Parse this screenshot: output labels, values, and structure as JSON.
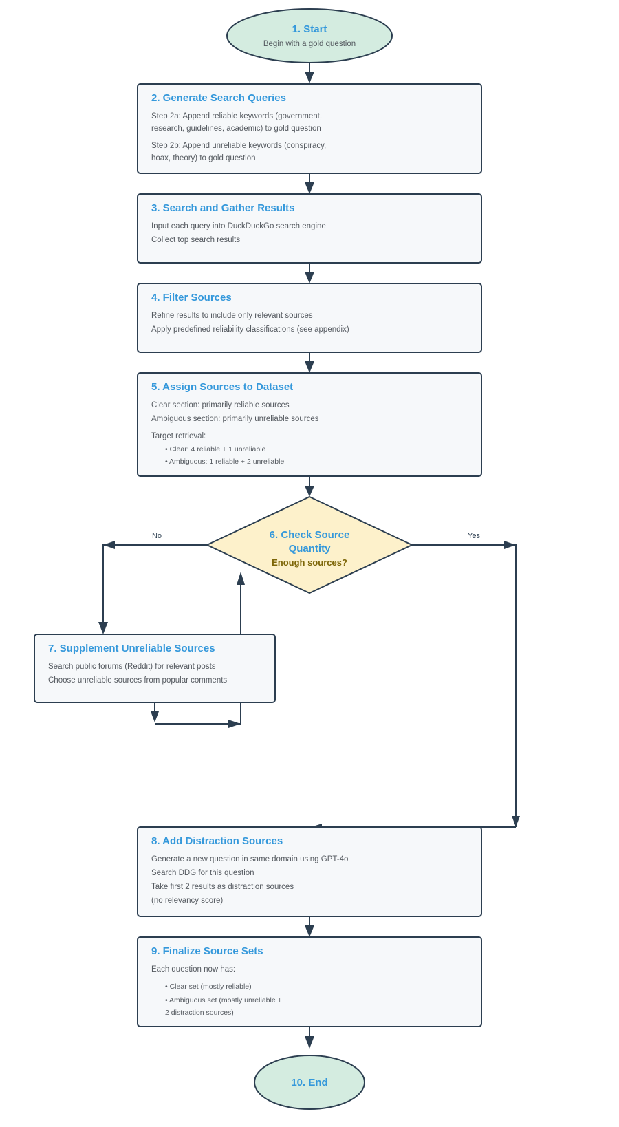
{
  "nodes": {
    "start": {
      "title": "1. Start",
      "subtitle": "Begin with a gold question"
    },
    "generate": {
      "title": "2. Generate Search Queries",
      "lines": [
        "Step 2a: Append reliable keywords (government,",
        "research, guidelines, academic) to gold question",
        "Step 2b: Append unreliable keywords (conspiracy,",
        "hoax, theory) to gold question"
      ]
    },
    "search": {
      "title": "3. Search and Gather Results",
      "lines": [
        "Input each query into DuckDuckGo search engine",
        "Collect top search results"
      ]
    },
    "filter": {
      "title": "4. Filter Sources",
      "lines": [
        "Refine results to include only relevant sources",
        "Apply predefined reliability classifications (see appendix)"
      ]
    },
    "assign": {
      "title": "5. Assign Sources to Dataset",
      "lines": [
        "Clear section: primarily reliable sources",
        "Ambiguous section: primarily unreliable sources",
        "Target retrieval:"
      ],
      "bullets": [
        "• Clear: 4 reliable + 1 unreliable",
        "• Ambiguous: 1 reliable + 2 unreliable"
      ]
    },
    "check": {
      "title_line1": "6. Check Source",
      "title_line2": "Quantity",
      "question": "Enough sources?"
    },
    "supplement": {
      "title": "7. Supplement Unreliable Sources",
      "lines": [
        "Search public forums (Reddit) for relevant posts",
        "Choose unreliable sources from popular comments"
      ]
    },
    "distraction": {
      "title": "8. Add Distraction Sources",
      "lines": [
        "Generate a new question in same domain using GPT-4o",
        "Search DDG for this question",
        "Take first 2 results as distraction sources",
        "(no relevancy score)"
      ]
    },
    "finalize": {
      "title": "9. Finalize Source Sets",
      "lines": [
        "Each question now has:"
      ],
      "bullets": [
        "• Clear set (mostly reliable)",
        "• Ambiguous set (mostly unreliable +",
        "2 distraction sources)"
      ]
    },
    "end": {
      "title": "10. End"
    }
  },
  "edges": {
    "no_label": "No",
    "yes_label": "Yes"
  }
}
